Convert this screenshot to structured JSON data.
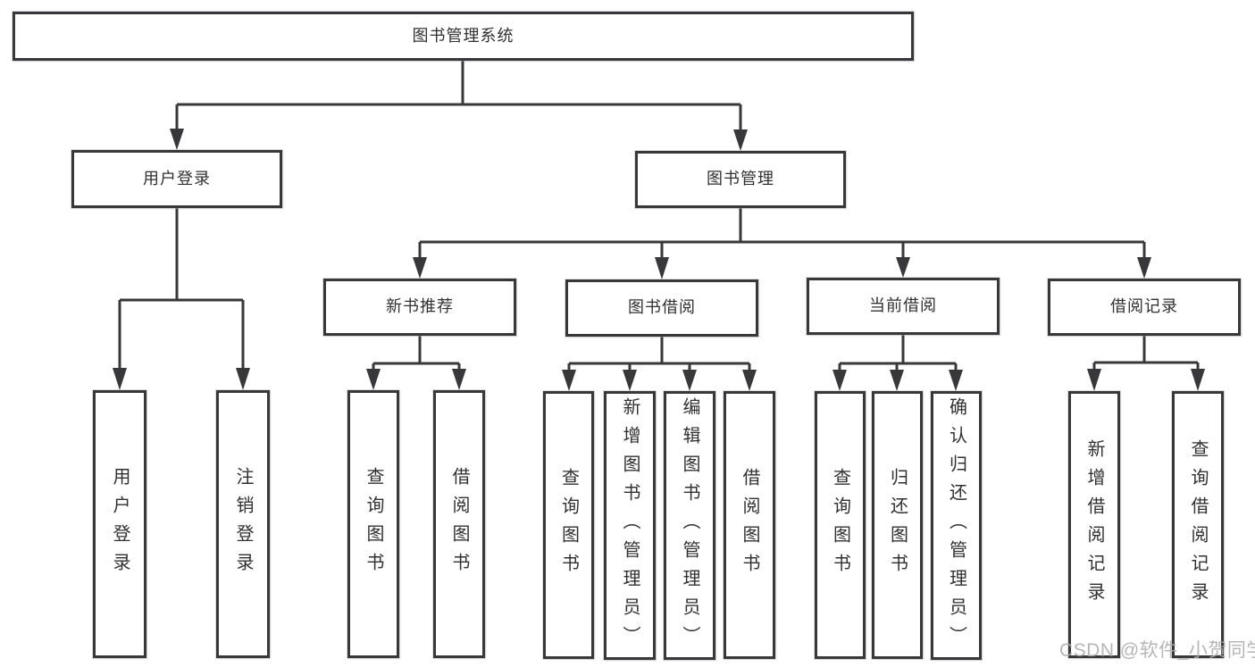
{
  "diagram_title": "图书管理系统",
  "colors": {
    "line": "#38383a",
    "box_border": "#38383a",
    "box_fill": "#ffffff",
    "text": "#303030",
    "watermark": "#acacac"
  },
  "nodes": {
    "root": {
      "label": "图书管理系统"
    },
    "user_login": {
      "label": "用户登录"
    },
    "book_mgmt": {
      "label": "图书管理"
    },
    "new_book_rec": {
      "label": "新书推荐"
    },
    "book_borrow": {
      "label": "图书借阅"
    },
    "current_borrow": {
      "label": "当前借阅"
    },
    "borrow_records": {
      "label": "借阅记录"
    },
    "leaf_user_login": {
      "label": "用户登录"
    },
    "leaf_logout": {
      "label": "注销登录"
    },
    "leaf_nbr_query": {
      "label": "查询图书"
    },
    "leaf_nbr_borrow": {
      "label": "借阅图书"
    },
    "leaf_bb_query": {
      "label": "查询图书"
    },
    "leaf_bb_add": {
      "label": "新增图书（管理员）"
    },
    "leaf_bb_edit": {
      "label": "编辑图书（管理员）"
    },
    "leaf_bb_borrow": {
      "label": "借阅图书"
    },
    "leaf_cb_query": {
      "label": "查询图书"
    },
    "leaf_cb_return": {
      "label": "归还图书"
    },
    "leaf_cb_confirm": {
      "label": "确认归还（管理员）"
    },
    "leaf_br_add": {
      "label": "新增借阅记录"
    },
    "leaf_br_query": {
      "label": "查询借阅记录"
    }
  },
  "watermark": "CSDN @软件_小贺同学"
}
